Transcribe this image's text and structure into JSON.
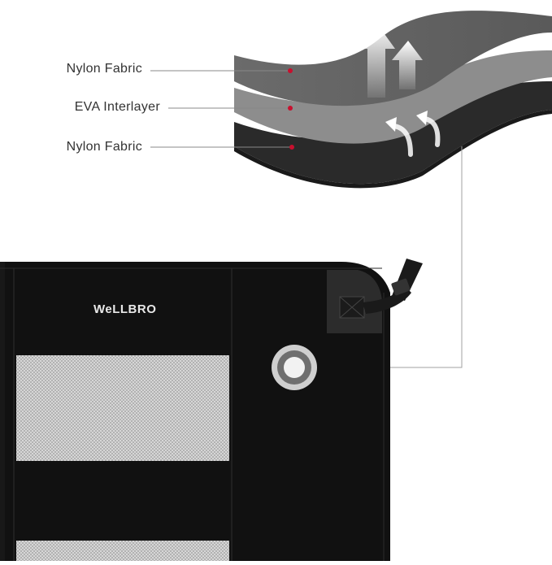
{
  "layers": [
    {
      "label": "Nylon Fabric"
    },
    {
      "label": "EVA Interlayer"
    },
    {
      "label": "Nylon Fabric"
    }
  ],
  "brand": {
    "logo_text": "WeLLBRO"
  },
  "colors": {
    "accent_dot": "#c8102e",
    "top_layer": "#6e6e6e",
    "middle_layer": "#8c8c8c",
    "bottom_layer": "#2b2b2b",
    "panel": "#121212",
    "mesh": "#d9d9d9"
  },
  "icons": [
    "upward-airflow-arrow-icon",
    "curved-airflow-arrow-icon",
    "grommet-icon",
    "strap-buckle-icon"
  ]
}
